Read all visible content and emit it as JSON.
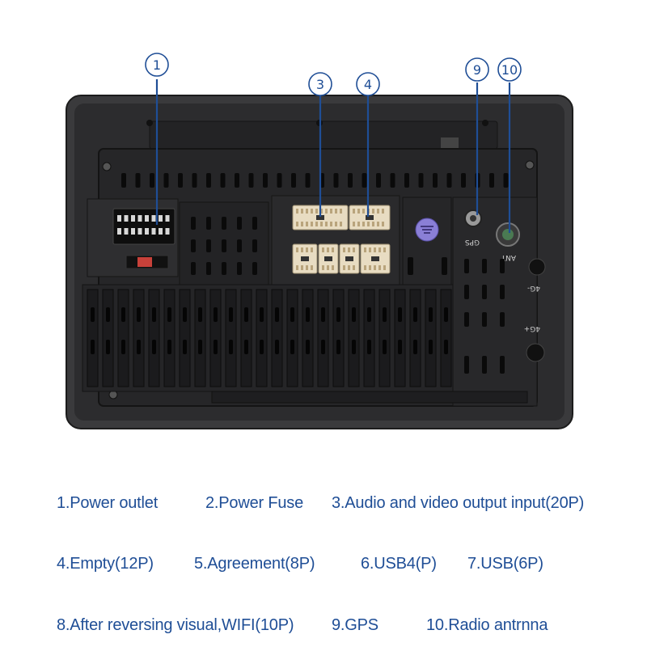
{
  "callouts": [
    "1",
    "3",
    "4",
    "9",
    "10"
  ],
  "labels": {
    "gps": "GPS",
    "ant": "ANT",
    "port_4g_top": "4G-",
    "port_4g_bottom": "4G+"
  },
  "legend": [
    "1.Power outlet",
    "2.Power Fuse",
    "3.Audio and video output input(20P)",
    "4.Empty(12P)",
    "5.Agreement(8P)",
    "6.USB4(P)",
    "7.USB(6P)",
    "8.After reversing visual,WIFI(10P)",
    "9.GPS",
    "10.Radio antrnna"
  ],
  "colors": {
    "accent": "#1f4e96",
    "housing": "#2b2b2b",
    "housing_dark": "#1a1a1a",
    "connector": "#e8dcc2",
    "fuse": "#c8413a",
    "ground_symbol": "#8a7fd6"
  }
}
